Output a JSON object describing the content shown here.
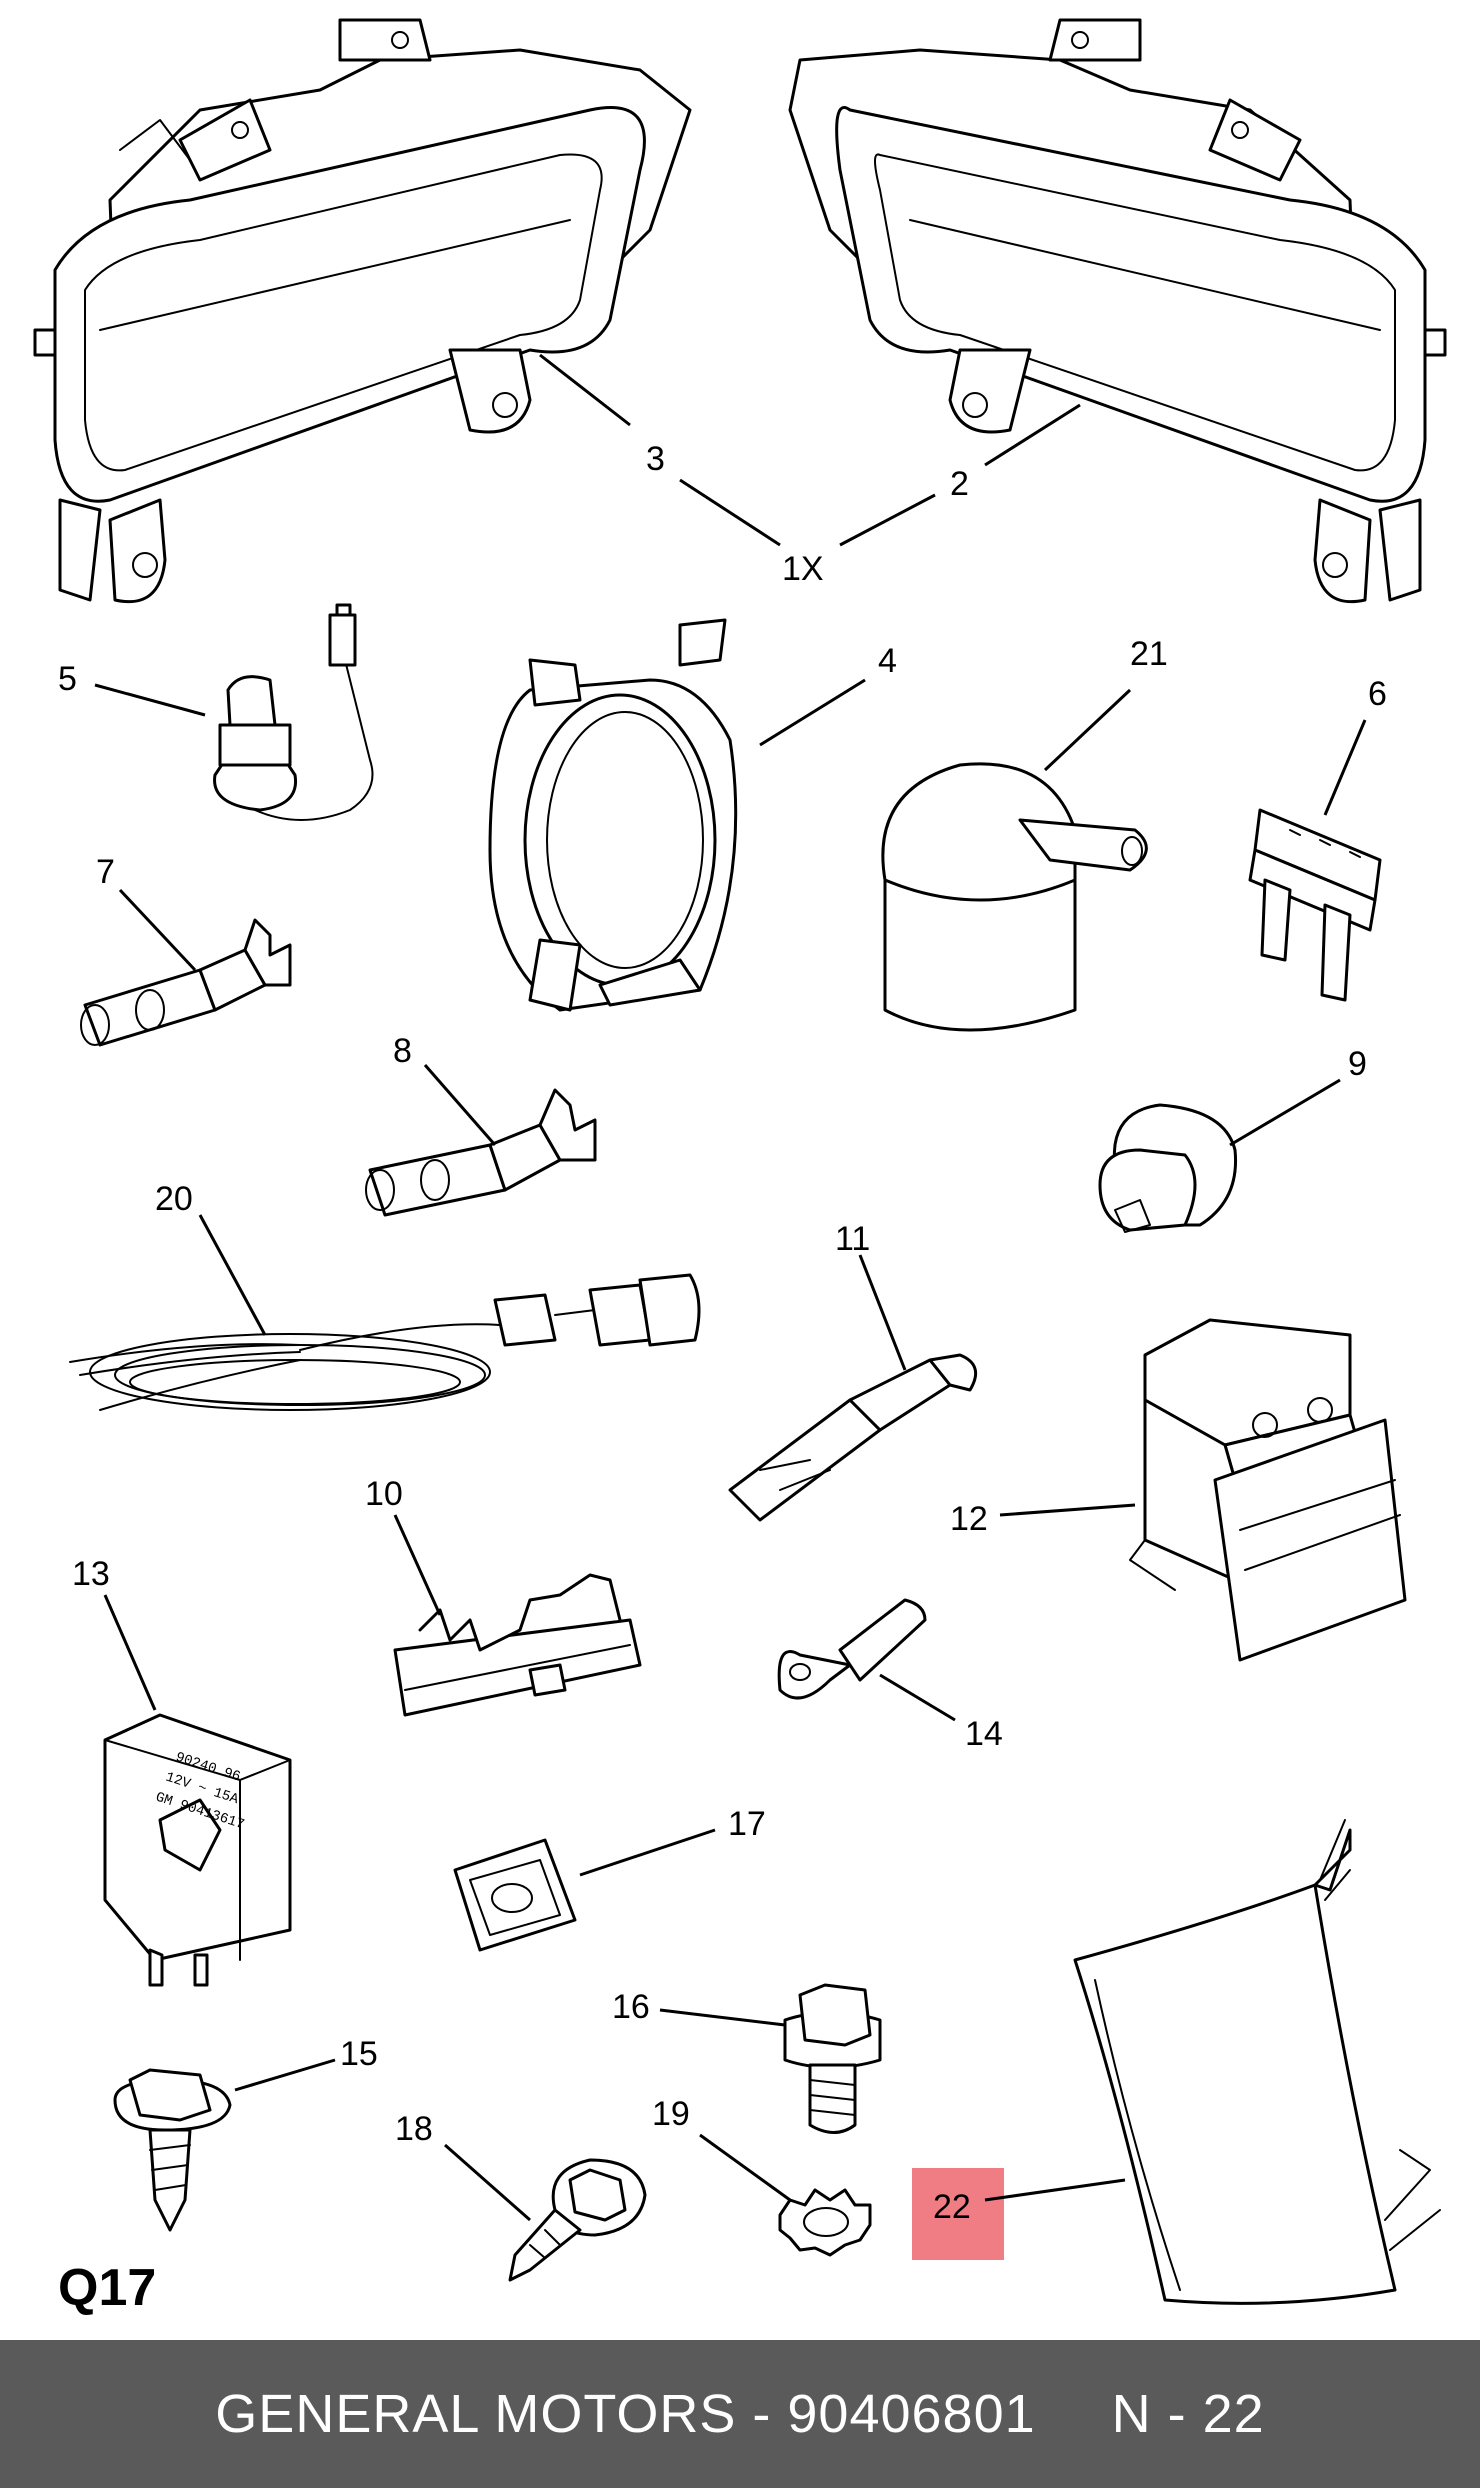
{
  "labels": {
    "1x": "1X",
    "2": "2",
    "3": "3",
    "4": "4",
    "5": "5",
    "6": "6",
    "7": "7",
    "8": "8",
    "9": "9",
    "10": "10",
    "11": "11",
    "12": "12",
    "13": "13",
    "14": "14",
    "15": "15",
    "16": "16",
    "17": "17",
    "18": "18",
    "19": "19",
    "20": "20",
    "21": "21",
    "22": "22"
  },
  "highlight_label": "22",
  "highlight_color": "#f07c84",
  "relay_text": {
    "line1": "90240 96",
    "line2": "12V ~ 15A",
    "line3": "GM 90413617"
  },
  "section_code": "Q17",
  "footer": {
    "brand": "GENERAL MOTORS - 90406801",
    "page": "N - 22"
  }
}
